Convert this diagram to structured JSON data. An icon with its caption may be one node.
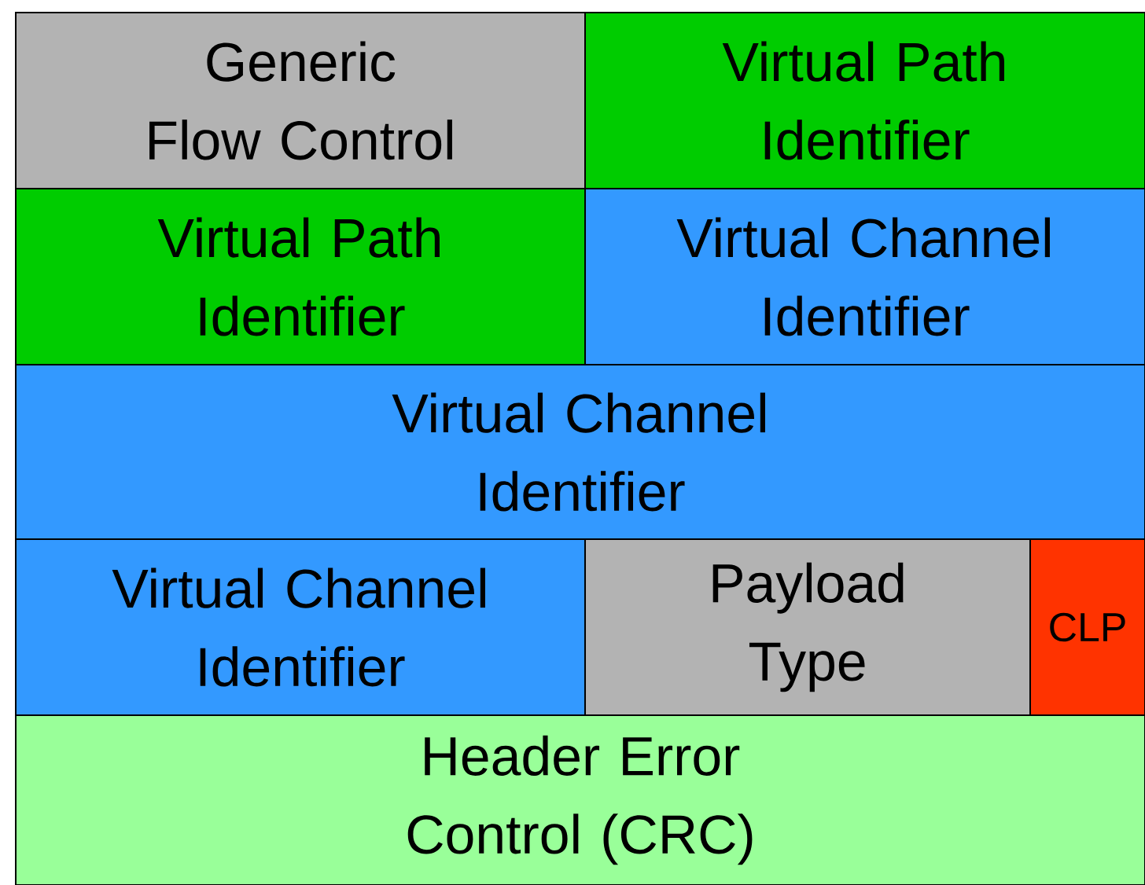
{
  "diagram": {
    "nodes": [
      {
        "text": [
          "Generic Flow Control"
        ]
      },
      {
        "text": [
          "Virtual Path Identifier"
        ]
      },
      {
        "text": [
          "Virtual Path Identifier"
        ]
      },
      {
        "text": [
          "Virtual Channel Identifier"
        ]
      },
      {
        "text": [
          "Virtual Channel Identifier"
        ]
      },
      {
        "text": [
          "Virtual Channel Identifier"
        ]
      },
      {
        "text": [
          "Payload Type"
        ]
      },
      {
        "text": [
          "CLP"
        ]
      },
      {
        "text": [
          "Header Error Control (CRC)"
        ]
      }
    ]
  }
}
